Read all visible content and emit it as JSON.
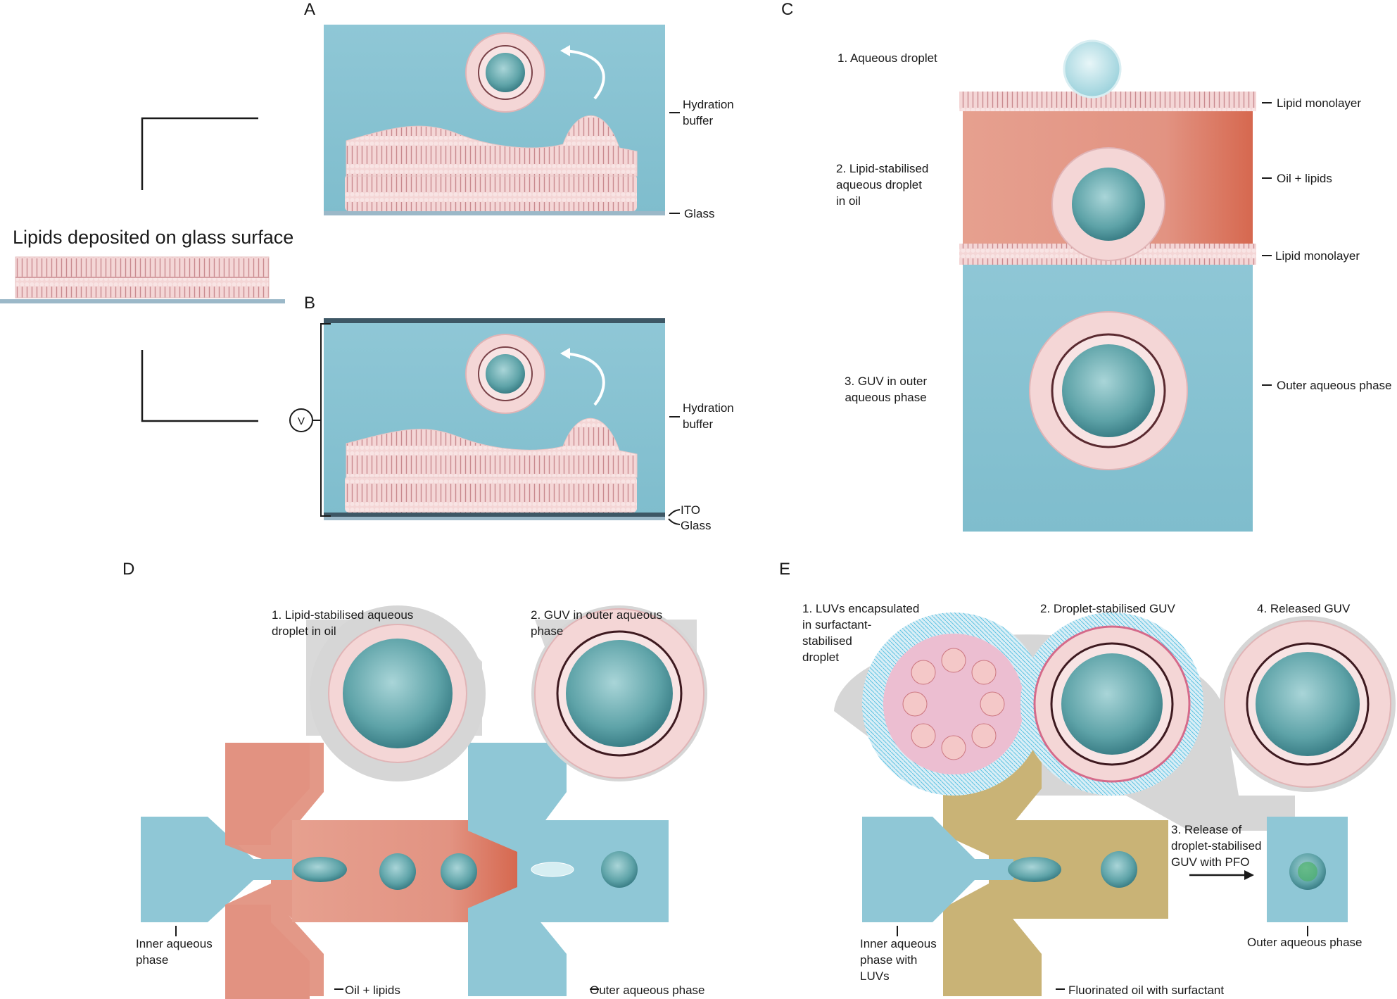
{
  "panels": {
    "A": {
      "letter": "A",
      "labels": {
        "hydration": "Hydration\nbuffer",
        "glass": "Glass"
      }
    },
    "B": {
      "letter": "B",
      "labels": {
        "hydration": "Hydration\nbuffer",
        "ito": "ITO",
        "glass": "Glass",
        "voltage": "V"
      }
    },
    "left": {
      "title": "Lipids deposited on glass surface"
    },
    "C": {
      "letter": "C",
      "steps": [
        "1. Aqueous droplet",
        "2. Lipid-stabilised\naqueous droplet\nin oil",
        "3. GUV in outer\naqueous phase"
      ],
      "right_labels": [
        "Lipid monolayer",
        "Oil + lipids",
        "Lipid monolayer",
        "Outer aqueous phase"
      ]
    },
    "D": {
      "letter": "D",
      "callouts": [
        "1. Lipid-stabilised aqueous\ndroplet in oil",
        "2. GUV in outer aqueous\nphase"
      ],
      "labels": [
        "Inner aqueous\nphase",
        "Oil + lipids",
        "Outer aqueous phase"
      ]
    },
    "E": {
      "letter": "E",
      "callouts": [
        "1. LUVs encapsulated\nin surfactant-\nstabilised\ndroplet",
        "2. Droplet-stabilised GUV",
        "4. Released GUV"
      ],
      "release": "3. Release of\ndroplet-stabilised\nGUV with PFO",
      "labels": [
        "Inner aqueous\nphase with\nLUVs",
        "Fluorinated oil with surfactant",
        "Outer aqueous phase"
      ]
    }
  },
  "colors": {
    "aqueous": "#8cc6d6",
    "oil": "#dc7e6c",
    "fluorinated_oil": "#c9b376",
    "lipid": "#f0c6c6",
    "glass": "#9bb8c8",
    "shadow": "#d4d4d4"
  }
}
